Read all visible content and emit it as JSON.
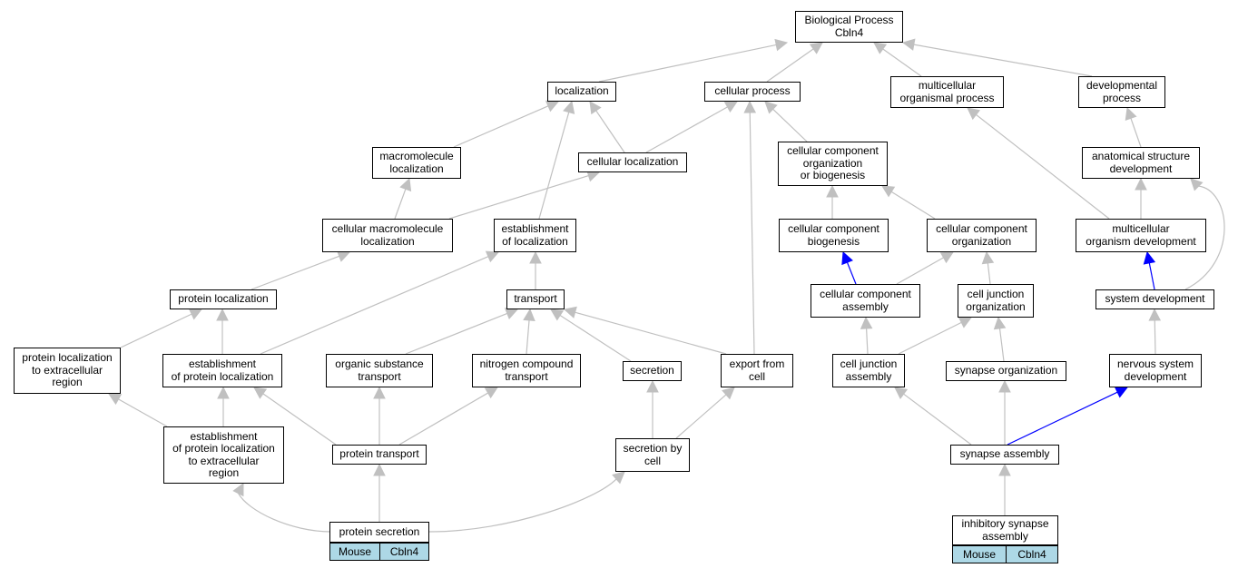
{
  "nodes": {
    "bp": "Biological Process\nCbln4",
    "localization": "localization",
    "cellular_process": "cellular process",
    "multicellular_organismal_process": "multicellular\norganismal process",
    "developmental_process": "developmental\nprocess",
    "macromolecule_localization": "macromolecule\nlocalization",
    "cellular_localization": "cellular localization",
    "ccob": "cellular component\norganization\nor biogenesis",
    "anatomical_structure_development": "anatomical structure\ndevelopment",
    "cellular_macromolecule_localization": "cellular macromolecule\nlocalization",
    "establishment_of_localization": "establishment\nof localization",
    "cc_biogenesis": "cellular component\nbiogenesis",
    "cc_organization": "cellular component\norganization",
    "multicellular_organism_development": "multicellular\norganism development",
    "protein_localization": "protein localization",
    "transport": "transport",
    "cc_assembly": "cellular component\nassembly",
    "cell_junction_organization": "cell junction\norganization",
    "system_development": "system development",
    "protein_localization_extracellular": "protein localization\nto extracellular\nregion",
    "establishment_protein_localization": "establishment\nof protein localization",
    "organic_substance_transport": "organic substance\ntransport",
    "nitrogen_compound_transport": "nitrogen compound\ntransport",
    "secretion": "secretion",
    "export_from_cell": "export from\ncell",
    "cell_junction_assembly": "cell junction\nassembly",
    "synapse_organization": "synapse organization",
    "nervous_system_development": "nervous system\ndevelopment",
    "establishment_protein_localization_extracellular": "establishment\nof protein localization\nto extracellular\nregion",
    "protein_transport": "protein transport",
    "secretion_by_cell": "secretion by\ncell",
    "synapse_assembly": "synapse assembly",
    "protein_secretion": "protein secretion",
    "inhibitory_synapse_assembly": "inhibitory synapse\nassembly"
  },
  "annotations": {
    "protein_secretion": {
      "species": "Mouse",
      "gene": "Cbln4"
    },
    "inhibitory_synapse_assembly": {
      "species": "Mouse",
      "gene": "Cbln4"
    }
  },
  "edge_colors": {
    "default": "#c0c0c0",
    "highlight": "#0000ff"
  },
  "highlighted_edges": [
    "cc_assembly->cc_biogenesis",
    "system_development->multicellular_organism_development",
    "synapse_assembly->nervous_system_development"
  ]
}
